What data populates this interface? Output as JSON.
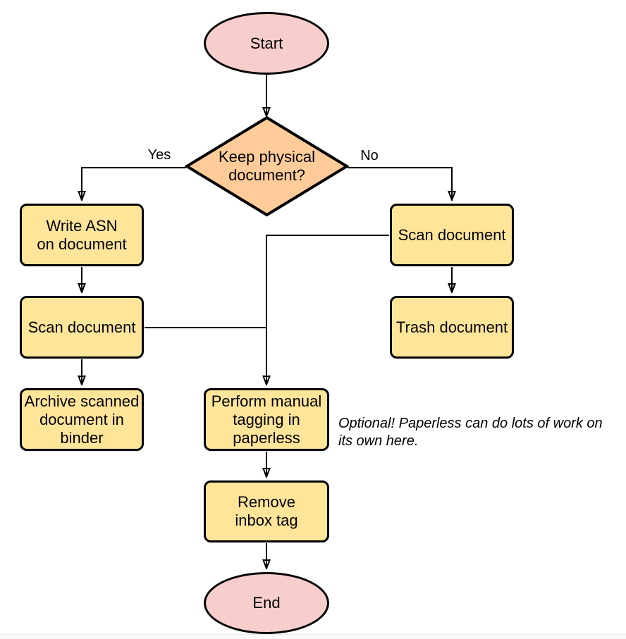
{
  "diagram": {
    "type": "flowchart",
    "nodes": {
      "start": {
        "label": "Start",
        "shape": "terminator"
      },
      "decision": {
        "label": "Keep physical\ndocument?",
        "shape": "decision"
      },
      "write_asn": {
        "label": "Write ASN\non document",
        "shape": "process"
      },
      "scan_left": {
        "label": "Scan document",
        "shape": "process"
      },
      "archive": {
        "label": "Archive scanned\ndocument in\nbinder",
        "shape": "process"
      },
      "scan_right": {
        "label": "Scan document",
        "shape": "process"
      },
      "trash": {
        "label": "Trash document",
        "shape": "process"
      },
      "tagging": {
        "label": "Perform manual\ntagging in\npaperless",
        "shape": "process"
      },
      "remove_inbox": {
        "label": "Remove\ninbox tag",
        "shape": "process"
      },
      "end": {
        "label": "End",
        "shape": "terminator"
      }
    },
    "edge_labels": {
      "yes": "Yes",
      "no": "No"
    },
    "annotation": "Optional! Paperless can do lots of work on\nits own here.",
    "colors": {
      "terminator_fill": "#f8cecc",
      "decision_fill": "#ffcc99",
      "process_fill": "#ffe59a",
      "stroke": "#000000"
    }
  }
}
